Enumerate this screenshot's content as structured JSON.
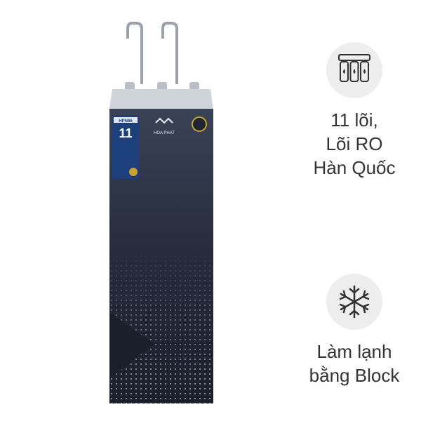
{
  "product": {
    "brand_logo": "HOA PHAT",
    "model_label": "HPN66",
    "cores_badge": "11",
    "colors": {
      "body": "#252b3b",
      "top": "#cfd3da",
      "chrome": "#9aa1ab"
    }
  },
  "features": [
    {
      "icon": "ro-filter-icon",
      "lines": [
        "11 lõi,",
        "Lõi RO",
        "Hàn Quốc"
      ]
    },
    {
      "icon": "snowflake-icon",
      "lines": [
        "Làm lạnh",
        "bằng Block"
      ]
    }
  ]
}
